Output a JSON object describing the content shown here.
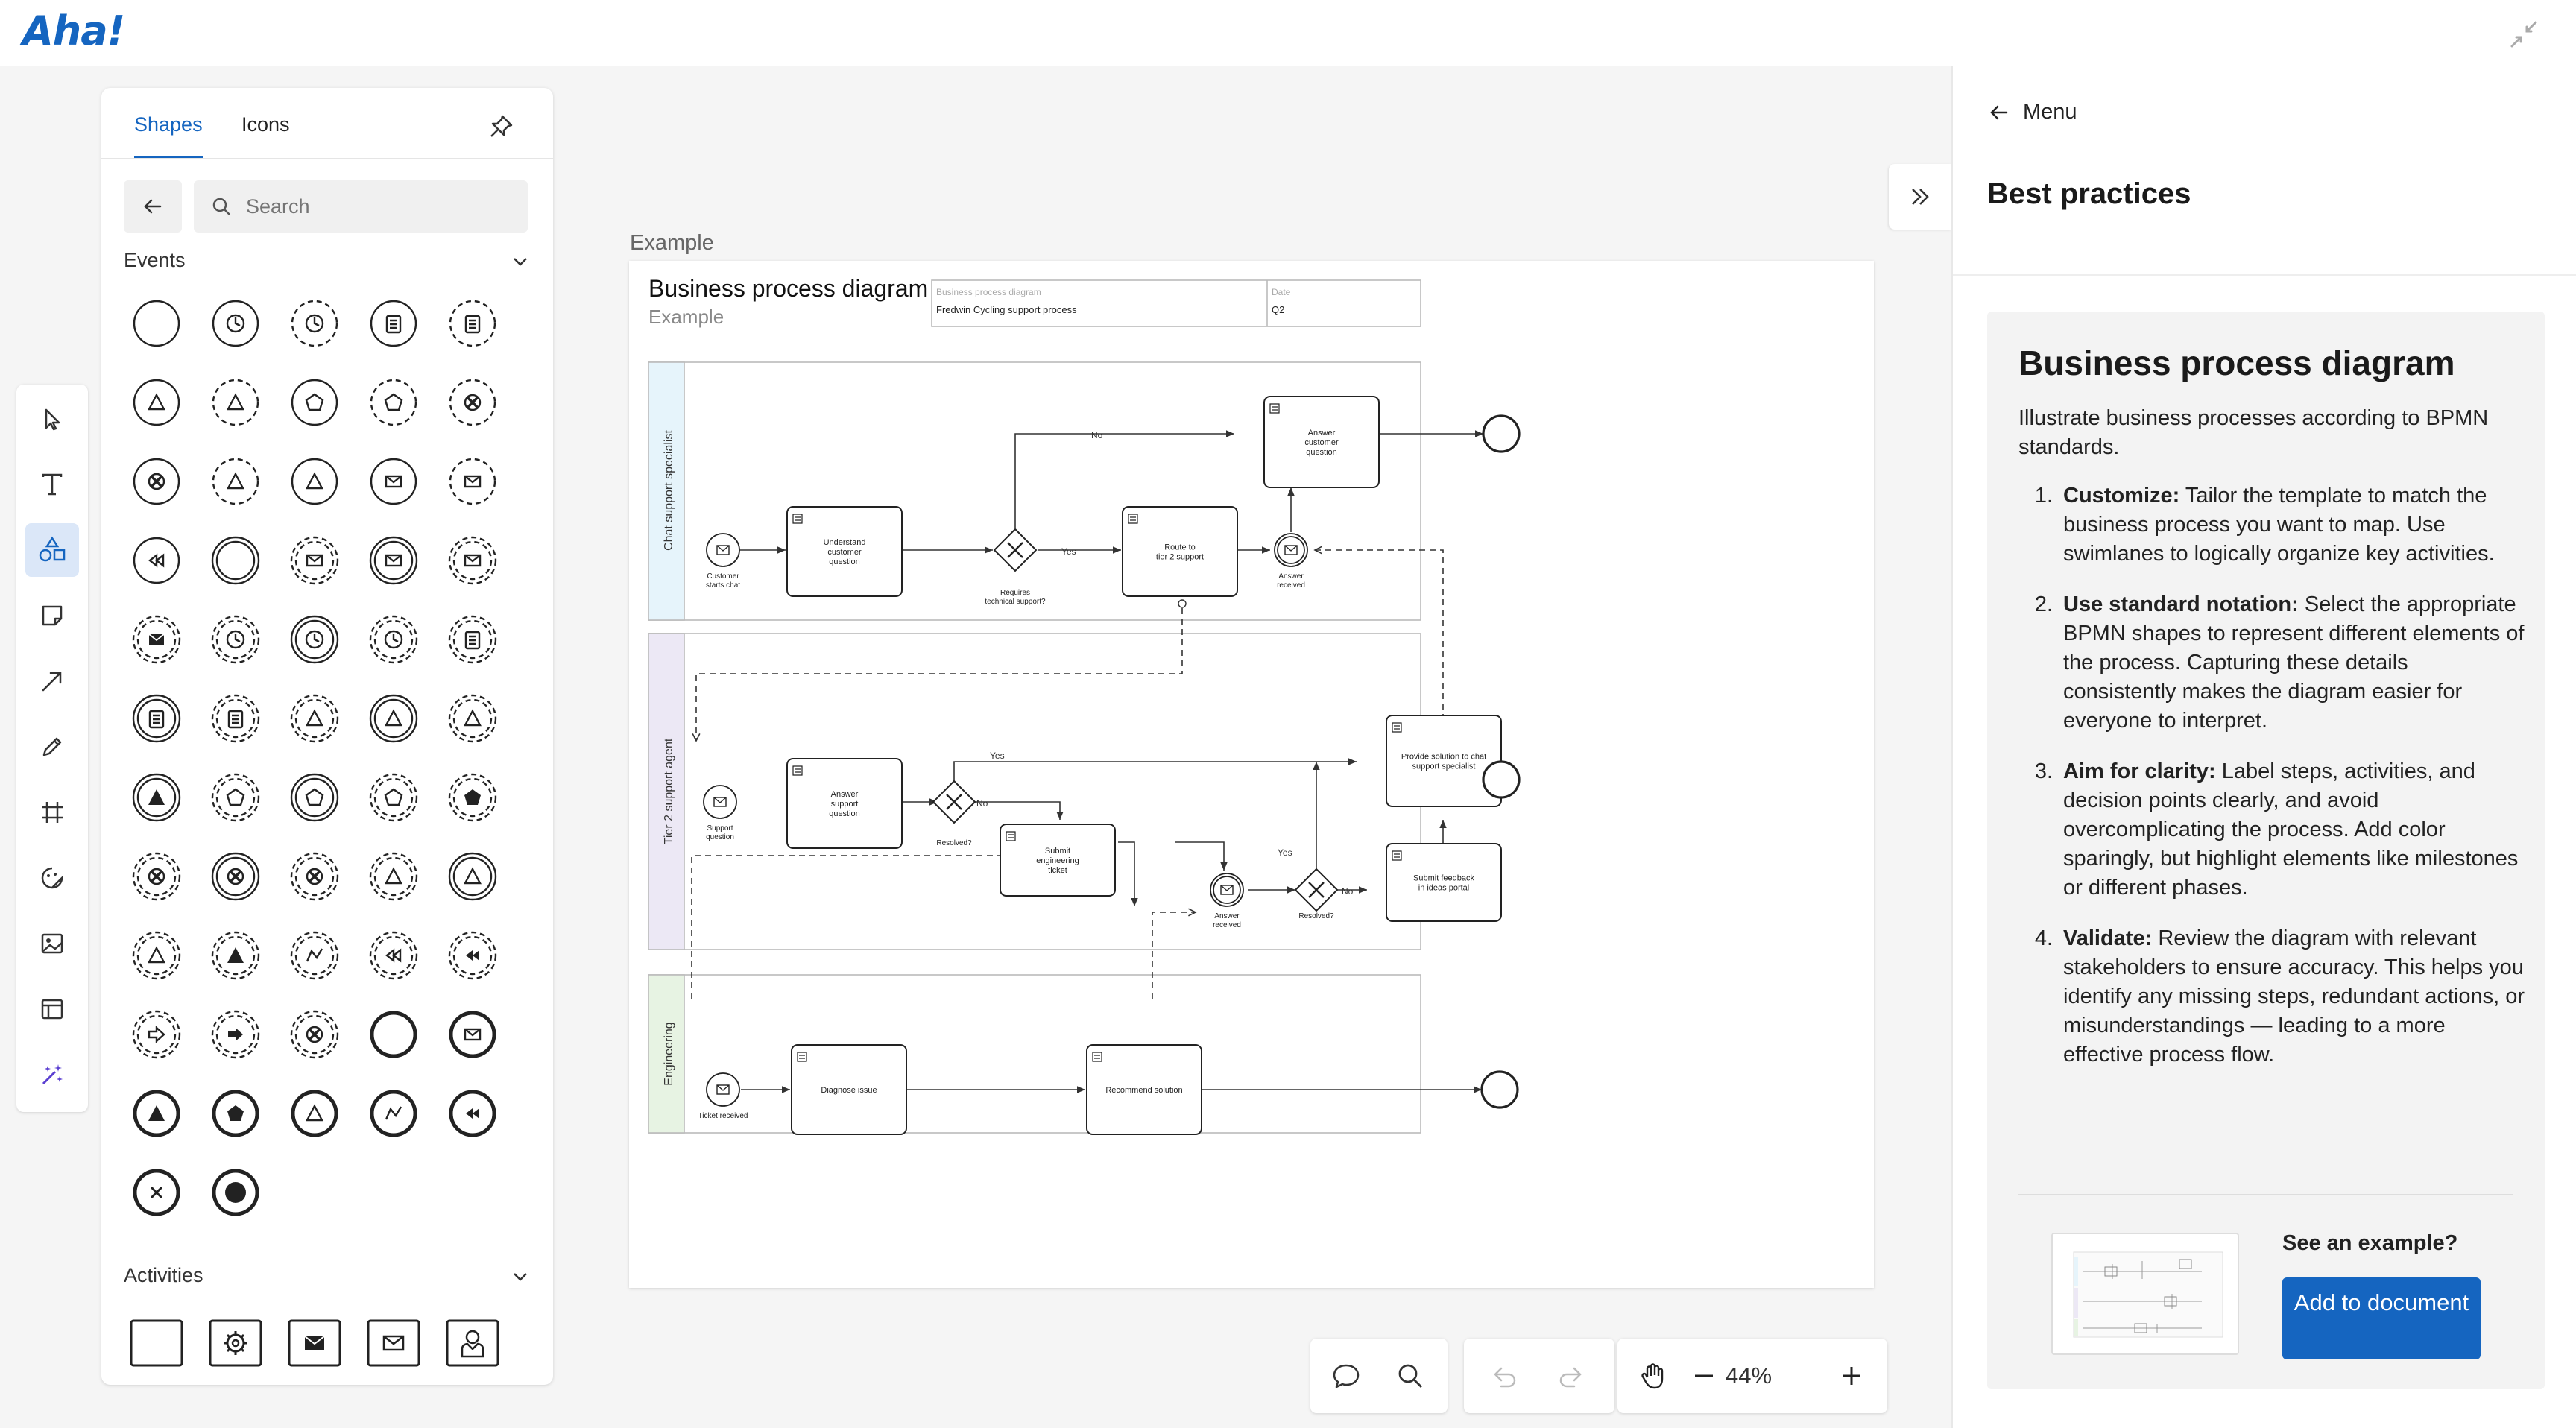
{
  "app": {
    "logo": "Aha!"
  },
  "library": {
    "tabs": [
      "Shapes",
      "Icons"
    ],
    "search_placeholder": "Search",
    "sections": {
      "events": "Events",
      "activities": "Activities"
    }
  },
  "canvas": {
    "example_label": "Example",
    "diagram": {
      "title": "Business process diagram",
      "subtitle": "Example",
      "meta": {
        "name_label": "Business process diagram",
        "name_value": "Fredwin Cycling support process",
        "date_label": "Date",
        "date_value": "Q2"
      },
      "lanes": [
        "Chat support specialist",
        "Tier 2 support agent",
        "Engineering"
      ],
      "nodes": {
        "customer_starts_chat": [
          "Customer",
          "starts chat"
        ],
        "understand": [
          "Understand",
          "customer",
          "question"
        ],
        "requires_tech": [
          "Requires",
          "technical support?"
        ],
        "route_tier2": [
          "Route to",
          "tier 2 support"
        ],
        "answer_customer": [
          "Answer",
          "customer",
          "question"
        ],
        "answer_received_1": [
          "Answer",
          "received"
        ],
        "support_question": [
          "Support",
          "question"
        ],
        "answer_support": [
          "Answer",
          "support",
          "question"
        ],
        "resolved_1": [
          "Resolved?"
        ],
        "submit_eng": [
          "Submit",
          "engineering",
          "ticket"
        ],
        "provide_solution": [
          "Provide solution to chat",
          "support specialist"
        ],
        "answer_received_2": [
          "Answer",
          "received"
        ],
        "resolved_2": [
          "Resolved?"
        ],
        "submit_feedback": [
          "Submit feedback",
          "in ideas portal"
        ],
        "ticket_received": [
          "Ticket received"
        ],
        "diagnose": [
          "Diagnose issue"
        ],
        "recommend": [
          "Recommend solution"
        ]
      },
      "edge_labels": {
        "no": "No",
        "yes": "Yes"
      }
    }
  },
  "bottombar": {
    "zoom": "44%"
  },
  "rightpanel": {
    "menu": "Menu",
    "title": "Best practices",
    "card_title": "Business process diagram",
    "intro": "Illustrate business processes according to BPMN standards.",
    "practices": [
      {
        "n": "1.",
        "head": "Customize:",
        "body": " Tailor the template to match the business process you want to map. Use swimlanes to logically organize key activities."
      },
      {
        "n": "2.",
        "head": "Use standard notation:",
        "body": " Select the appropriate BPMN shapes to represent different elements of the process. Capturing these details consistently makes the diagram easier for everyone to interpret."
      },
      {
        "n": "3.",
        "head": "Aim for clarity:",
        "body": " Label steps, activities, and decision points clearly, and avoid overcomplicating the process. Add color sparingly, but highlight elements like milestones or different phases."
      },
      {
        "n": "4.",
        "head": "Validate:",
        "body": " Review the diagram with relevant stakeholders to ensure accuracy. This helps you identify any missing steps, redundant actions, or misunderstandings — leading to a more effective process flow."
      }
    ],
    "see_example": "See an example?",
    "add_button": "Add to document"
  },
  "colors": {
    "accent": "#1565c0",
    "lane1": "#e6f4fb",
    "lane2": "#ece8f5",
    "lane3": "#e7f3e3"
  }
}
